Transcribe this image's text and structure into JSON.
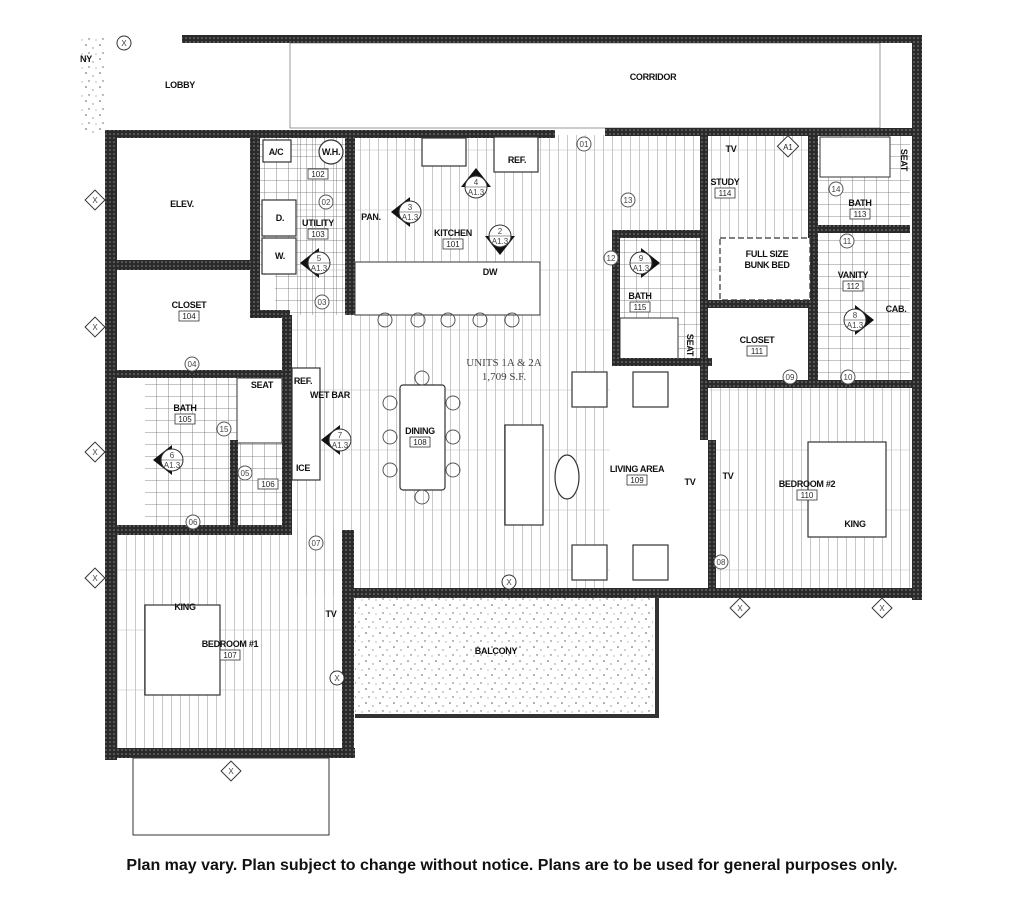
{
  "plan": {
    "unit_title": "UNITS 1A & 2A",
    "unit_area": "1,709 S.F.",
    "partial_label": "NY",
    "rooms": [
      {
        "name": "LOBBY",
        "number": ""
      },
      {
        "name": "CORRIDOR",
        "number": ""
      },
      {
        "name": "ELEV.",
        "number": ""
      },
      {
        "name": "UTILITY",
        "number": "103"
      },
      {
        "name": "KITCHEN",
        "number": "101"
      },
      {
        "name": "CLOSET",
        "number": "104"
      },
      {
        "name": "BATH",
        "number": "105"
      },
      {
        "name": "DINING",
        "number": "108"
      },
      {
        "name": "LIVING AREA",
        "number": "109"
      },
      {
        "name": "BEDROOM #2",
        "number": "110"
      },
      {
        "name": "STUDY",
        "number": "114"
      },
      {
        "name": "BATH",
        "number": "115"
      },
      {
        "name": "CLOSET",
        "number": "111"
      },
      {
        "name": "BATH",
        "number": "113"
      },
      {
        "name": "VANITY",
        "number": "112"
      },
      {
        "name": "BEDROOM #1",
        "number": "107"
      },
      {
        "name": "BALCONY",
        "number": ""
      },
      {
        "name": "",
        "number": "102"
      },
      {
        "name": "",
        "number": "106"
      }
    ],
    "fixtures": [
      "A/C",
      "W.H.",
      "D.",
      "W.",
      "PAN.",
      "REF.",
      "DW",
      "SEAT",
      "REF.",
      "WET BAR",
      "ICE",
      "TV",
      "TV",
      "TV",
      "TV",
      "KING",
      "KING",
      "FULL SIZE",
      "BUNK BED",
      "SEAT",
      "SEAT",
      "CAB."
    ],
    "door_tags": [
      "01",
      "02",
      "03",
      "04",
      "05",
      "06",
      "07",
      "08",
      "09",
      "10",
      "11",
      "12",
      "13",
      "14",
      "15"
    ],
    "section_markers": [
      {
        "number": "2",
        "sheet": "A1.3"
      },
      {
        "number": "3",
        "sheet": "A1.3"
      },
      {
        "number": "4",
        "sheet": "A1.3"
      },
      {
        "number": "5",
        "sheet": "A1.3"
      },
      {
        "number": "6",
        "sheet": "A1.3"
      },
      {
        "number": "7",
        "sheet": "A1.3"
      },
      {
        "number": "8",
        "sheet": "A1.3"
      },
      {
        "number": "9",
        "sheet": "A1.3"
      }
    ],
    "elevation_marker_label": "X",
    "elevation_marker_count": 10,
    "interior_tag": "A1"
  },
  "footer": {
    "disclaimer": "Plan may vary. Plan subject to change without notice. Plans are to be used for general purposes only."
  },
  "colors": {
    "wall": "#2a2a2a",
    "line": "#333333",
    "background": "#ffffff"
  }
}
